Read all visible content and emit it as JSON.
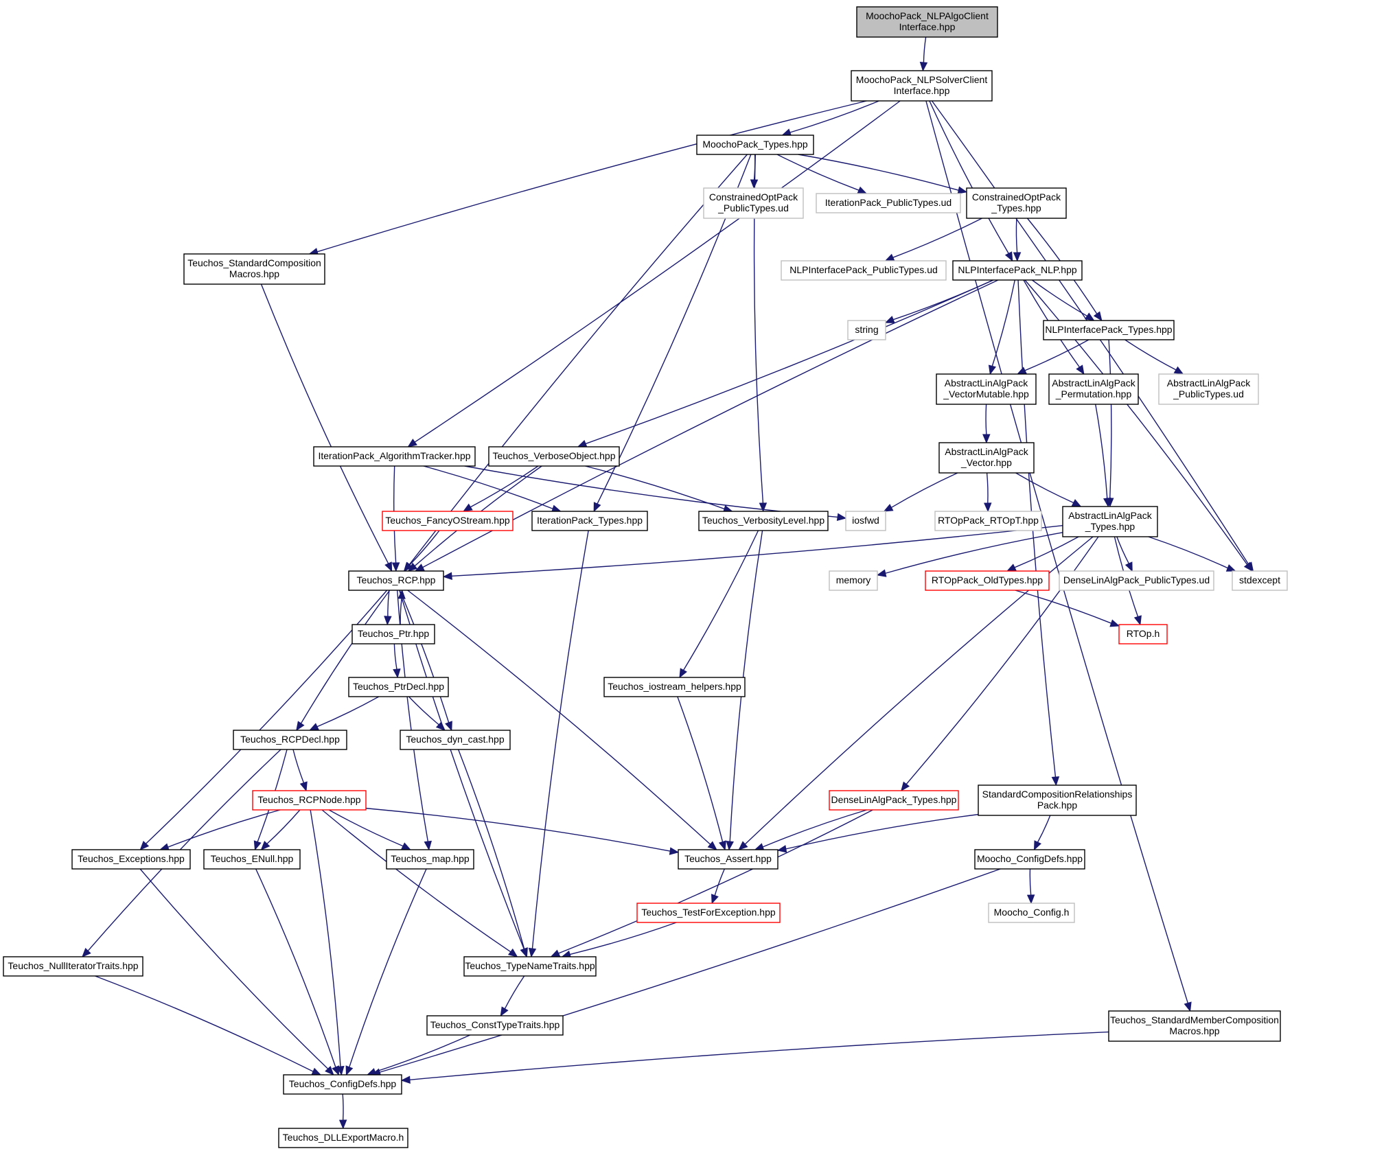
{
  "diagram": {
    "colors": {
      "edge": "#191970",
      "node_border": "#000000",
      "external_border": "#bfbfbf",
      "truncated_border": "#ff0000",
      "root_fill": "#bfbfbf"
    },
    "nodes": [
      {
        "id": "root",
        "kind": "root",
        "lines": [
          "MoochoPack_NLPAlgoClient",
          "Interface.hpp"
        ]
      },
      {
        "id": "solver",
        "kind": "normal",
        "lines": [
          "MoochoPack_NLPSolverClient",
          "Interface.hpp"
        ]
      },
      {
        "id": "mtypes",
        "kind": "normal",
        "lines": [
          "MoochoPack_Types.hpp"
        ]
      },
      {
        "id": "cop_ud",
        "kind": "external",
        "lines": [
          "ConstrainedOptPack",
          "_PublicTypes.ud"
        ]
      },
      {
        "id": "ip_ud",
        "kind": "external",
        "lines": [
          "IterationPack_PublicTypes.ud"
        ]
      },
      {
        "id": "cop_types",
        "kind": "normal",
        "lines": [
          "ConstrainedOptPack",
          "_Types.hpp"
        ]
      },
      {
        "id": "tsc_macros",
        "kind": "normal",
        "lines": [
          "Teuchos_StandardComposition",
          "Macros.hpp"
        ]
      },
      {
        "id": "nlp_ud",
        "kind": "external",
        "lines": [
          "NLPInterfacePack_PublicTypes.ud"
        ]
      },
      {
        "id": "nlp",
        "kind": "normal",
        "lines": [
          "NLPInterfacePack_NLP.hpp"
        ]
      },
      {
        "id": "string",
        "kind": "external",
        "lines": [
          "string"
        ]
      },
      {
        "id": "nlp_types",
        "kind": "normal",
        "lines": [
          "NLPInterfacePack_Types.hpp"
        ]
      },
      {
        "id": "ala_vm",
        "kind": "normal",
        "lines": [
          "AbstractLinAlgPack",
          "_VectorMutable.hpp"
        ]
      },
      {
        "id": "ala_perm",
        "kind": "normal",
        "lines": [
          "AbstractLinAlgPack",
          "_Permutation.hpp"
        ]
      },
      {
        "id": "ala_ud",
        "kind": "external",
        "lines": [
          "AbstractLinAlgPack",
          "_PublicTypes.ud"
        ]
      },
      {
        "id": "ip_tracker",
        "kind": "normal",
        "lines": [
          "IterationPack_AlgorithmTracker.hpp"
        ]
      },
      {
        "id": "verbose_obj",
        "kind": "normal",
        "lines": [
          "Teuchos_VerboseObject.hpp"
        ]
      },
      {
        "id": "ala_vec",
        "kind": "normal",
        "lines": [
          "AbstractLinAlgPack",
          "_Vector.hpp"
        ]
      },
      {
        "id": "fancy",
        "kind": "truncated",
        "lines": [
          "Teuchos_FancyOStream.hpp"
        ]
      },
      {
        "id": "ip_types",
        "kind": "normal",
        "lines": [
          "IterationPack_Types.hpp"
        ]
      },
      {
        "id": "verb_level",
        "kind": "normal",
        "lines": [
          "Teuchos_VerbosityLevel.hpp"
        ]
      },
      {
        "id": "iosfwd",
        "kind": "external",
        "lines": [
          "iosfwd"
        ]
      },
      {
        "id": "rtop_t",
        "kind": "external",
        "lines": [
          "RTOpPack_RTOpT.hpp"
        ]
      },
      {
        "id": "ala_types",
        "kind": "normal",
        "lines": [
          "AbstractLinAlgPack",
          "_Types.hpp"
        ]
      },
      {
        "id": "rcp",
        "kind": "normal",
        "lines": [
          "Teuchos_RCP.hpp"
        ]
      },
      {
        "id": "memory",
        "kind": "external",
        "lines": [
          "memory"
        ]
      },
      {
        "id": "rtop_old",
        "kind": "truncated",
        "lines": [
          "RTOpPack_OldTypes.hpp"
        ]
      },
      {
        "id": "dla_ud",
        "kind": "external",
        "lines": [
          "DenseLinAlgPack_PublicTypes.ud"
        ]
      },
      {
        "id": "stdexcept",
        "kind": "external",
        "lines": [
          "stdexcept"
        ]
      },
      {
        "id": "ptr",
        "kind": "normal",
        "lines": [
          "Teuchos_Ptr.hpp"
        ]
      },
      {
        "id": "rtop_h",
        "kind": "truncated",
        "lines": [
          "RTOp.h"
        ]
      },
      {
        "id": "ptr_decl",
        "kind": "normal",
        "lines": [
          "Teuchos_PtrDecl.hpp"
        ]
      },
      {
        "id": "ios_helpers",
        "kind": "normal",
        "lines": [
          "Teuchos_iostream_helpers.hpp"
        ]
      },
      {
        "id": "rcp_decl",
        "kind": "normal",
        "lines": [
          "Teuchos_RCPDecl.hpp"
        ]
      },
      {
        "id": "dyn_cast",
        "kind": "normal",
        "lines": [
          "Teuchos_dyn_cast.hpp"
        ]
      },
      {
        "id": "rcp_node",
        "kind": "truncated",
        "lines": [
          "Teuchos_RCPNode.hpp"
        ]
      },
      {
        "id": "dla_types",
        "kind": "truncated",
        "lines": [
          "DenseLinAlgPack_Types.hpp"
        ]
      },
      {
        "id": "scr_pack",
        "kind": "normal",
        "lines": [
          "StandardCompositionRelationships",
          "Pack.hpp"
        ]
      },
      {
        "id": "exceptions",
        "kind": "normal",
        "lines": [
          "Teuchos_Exceptions.hpp"
        ]
      },
      {
        "id": "enull",
        "kind": "normal",
        "lines": [
          "Teuchos_ENull.hpp"
        ]
      },
      {
        "id": "map",
        "kind": "normal",
        "lines": [
          "Teuchos_map.hpp"
        ]
      },
      {
        "id": "assert",
        "kind": "normal",
        "lines": [
          "Teuchos_Assert.hpp"
        ]
      },
      {
        "id": "m_configdefs",
        "kind": "normal",
        "lines": [
          "Moocho_ConfigDefs.hpp"
        ]
      },
      {
        "id": "test_exc",
        "kind": "truncated",
        "lines": [
          "Teuchos_TestForException.hpp"
        ]
      },
      {
        "id": "m_config",
        "kind": "external",
        "lines": [
          "Moocho_Config.h"
        ]
      },
      {
        "id": "null_iter",
        "kind": "normal",
        "lines": [
          "Teuchos_NullIteratorTraits.hpp"
        ]
      },
      {
        "id": "typename",
        "kind": "normal",
        "lines": [
          "Teuchos_TypeNameTraits.hpp"
        ]
      },
      {
        "id": "const_type",
        "kind": "normal",
        "lines": [
          "Teuchos_ConstTypeTraits.hpp"
        ]
      },
      {
        "id": "tsmc_macros",
        "kind": "normal",
        "lines": [
          "Teuchos_StandardMemberComposition",
          "Macros.hpp"
        ]
      },
      {
        "id": "t_configdefs",
        "kind": "normal",
        "lines": [
          "Teuchos_ConfigDefs.hpp"
        ]
      },
      {
        "id": "dll_export",
        "kind": "normal",
        "lines": [
          "Teuchos_DLLExportMacro.h"
        ]
      }
    ],
    "edges": [
      [
        "root",
        "solver"
      ],
      [
        "solver",
        "mtypes"
      ],
      [
        "solver",
        "tsc_macros"
      ],
      [
        "solver",
        "ip_tracker"
      ],
      [
        "solver",
        "nlp"
      ],
      [
        "solver",
        "stdexcept"
      ],
      [
        "solver",
        "tsmc_macros"
      ],
      [
        "mtypes",
        "cop_ud"
      ],
      [
        "mtypes",
        "ip_ud"
      ],
      [
        "mtypes",
        "cop_types"
      ],
      [
        "mtypes",
        "rcp"
      ],
      [
        "mtypes",
        "ip_types"
      ],
      [
        "mtypes",
        "verb_level"
      ],
      [
        "cop_types",
        "nlp_ud"
      ],
      [
        "cop_types",
        "nlp"
      ],
      [
        "cop_types",
        "nlp_types"
      ],
      [
        "tsc_macros",
        "rcp"
      ],
      [
        "nlp",
        "string"
      ],
      [
        "nlp",
        "nlp_types"
      ],
      [
        "nlp",
        "ala_vm"
      ],
      [
        "nlp",
        "ala_perm"
      ],
      [
        "nlp",
        "verbose_obj"
      ],
      [
        "nlp",
        "rcp"
      ],
      [
        "nlp",
        "stdexcept"
      ],
      [
        "nlp",
        "scr_pack"
      ],
      [
        "nlp_types",
        "ala_vm"
      ],
      [
        "nlp_types",
        "ala_ud"
      ],
      [
        "nlp_types",
        "ala_types"
      ],
      [
        "ala_vm",
        "ala_vec"
      ],
      [
        "ala_perm",
        "ala_types"
      ],
      [
        "ip_tracker",
        "rcp"
      ],
      [
        "ip_tracker",
        "ip_types"
      ],
      [
        "ip_tracker",
        "iosfwd"
      ],
      [
        "verbose_obj",
        "fancy"
      ],
      [
        "verbose_obj",
        "rcp"
      ],
      [
        "verbose_obj",
        "verb_level"
      ],
      [
        "ala_vec",
        "iosfwd"
      ],
      [
        "ala_vec",
        "rtop_t"
      ],
      [
        "ala_vec",
        "ala_types"
      ],
      [
        "fancy",
        "rcp"
      ],
      [
        "ip_types",
        "typename"
      ],
      [
        "verb_level",
        "ios_helpers"
      ],
      [
        "verb_level",
        "assert"
      ],
      [
        "ala_types",
        "rcp"
      ],
      [
        "ala_types",
        "memory"
      ],
      [
        "ala_types",
        "rtop_old"
      ],
      [
        "ala_types",
        "dla_ud"
      ],
      [
        "ala_types",
        "stdexcept"
      ],
      [
        "ala_types",
        "rtop_h"
      ],
      [
        "ala_types",
        "dla_types"
      ],
      [
        "ala_types",
        "assert"
      ],
      [
        "rtop_old",
        "rtop_h"
      ],
      [
        "rcp",
        "ptr"
      ],
      [
        "ptr",
        "rcp"
      ],
      [
        "rcp",
        "rcp_decl"
      ],
      [
        "rcp",
        "dyn_cast"
      ],
      [
        "rcp",
        "map"
      ],
      [
        "rcp",
        "exceptions"
      ],
      [
        "rcp",
        "typename"
      ],
      [
        "rcp",
        "assert"
      ],
      [
        "ptr",
        "ptr_decl"
      ],
      [
        "ptr_decl",
        "rcp_decl"
      ],
      [
        "ptr_decl",
        "dyn_cast"
      ],
      [
        "ios_helpers",
        "assert"
      ],
      [
        "rcp_decl",
        "rcp_node"
      ],
      [
        "rcp_decl",
        "enull"
      ],
      [
        "rcp_decl",
        "null_iter"
      ],
      [
        "dyn_cast",
        "typename"
      ],
      [
        "rcp_node",
        "exceptions"
      ],
      [
        "rcp_node",
        "enull"
      ],
      [
        "rcp_node",
        "map"
      ],
      [
        "rcp_node",
        "t_configdefs"
      ],
      [
        "rcp_node",
        "typename"
      ],
      [
        "rcp_node",
        "assert"
      ],
      [
        "dla_types",
        "assert"
      ],
      [
        "dla_types",
        "typename"
      ],
      [
        "scr_pack",
        "assert"
      ],
      [
        "scr_pack",
        "m_configdefs"
      ],
      [
        "m_configdefs",
        "m_config"
      ],
      [
        "m_configdefs",
        "t_configdefs"
      ],
      [
        "assert",
        "test_exc"
      ],
      [
        "test_exc",
        "typename"
      ],
      [
        "exceptions",
        "t_configdefs"
      ],
      [
        "enull",
        "t_configdefs"
      ],
      [
        "map",
        "t_configdefs"
      ],
      [
        "null_iter",
        "t_configdefs"
      ],
      [
        "typename",
        "const_type"
      ],
      [
        "const_type",
        "t_configdefs"
      ],
      [
        "tsmc_macros",
        "t_configdefs"
      ],
      [
        "t_configdefs",
        "dll_export"
      ]
    ]
  }
}
